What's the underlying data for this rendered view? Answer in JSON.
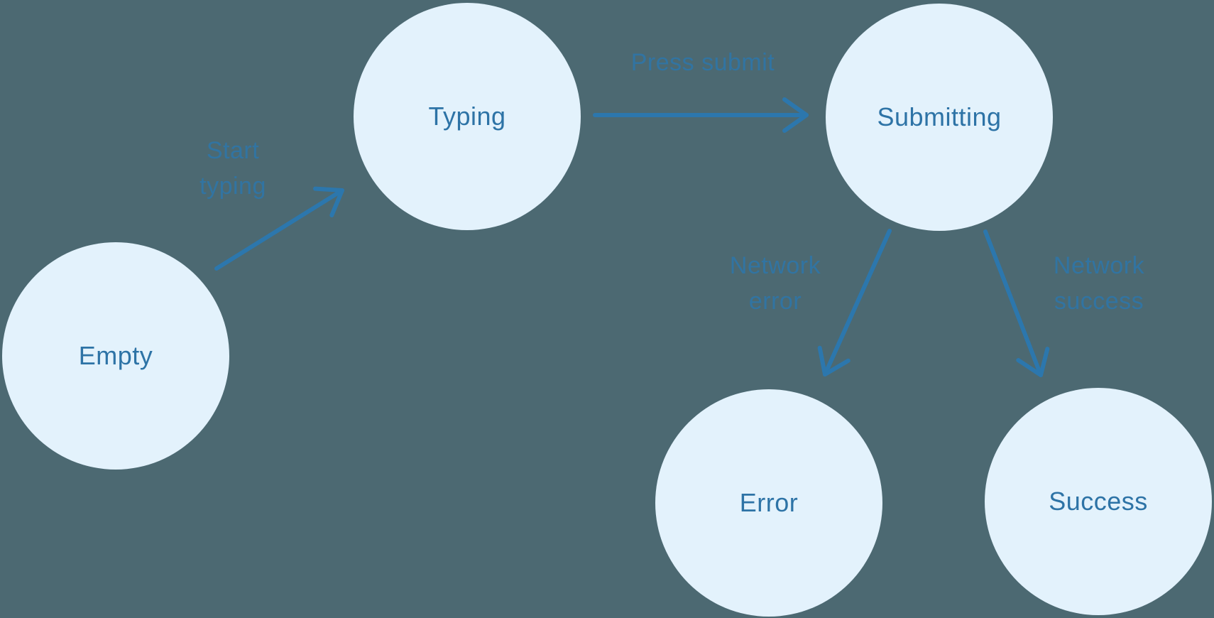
{
  "diagram": {
    "type": "state-machine",
    "colors": {
      "background": "#4c6972",
      "node_fill": "#e3f2fc",
      "node_text": "#2d73a6",
      "edge_stroke": "#2c77ad",
      "edge_label_text": "#2c77ad"
    },
    "nodes": [
      {
        "id": "empty",
        "label": "Empty"
      },
      {
        "id": "typing",
        "label": "Typing"
      },
      {
        "id": "submitting",
        "label": "Submitting"
      },
      {
        "id": "error",
        "label": "Error"
      },
      {
        "id": "success",
        "label": "Success"
      }
    ],
    "edges": [
      {
        "from": "empty",
        "to": "typing",
        "label": "Start\ntyping"
      },
      {
        "from": "typing",
        "to": "submitting",
        "label": "Press submit"
      },
      {
        "from": "submitting",
        "to": "error",
        "label": "Network\nerror"
      },
      {
        "from": "submitting",
        "to": "success",
        "label": "Network\nsuccess"
      }
    ]
  }
}
